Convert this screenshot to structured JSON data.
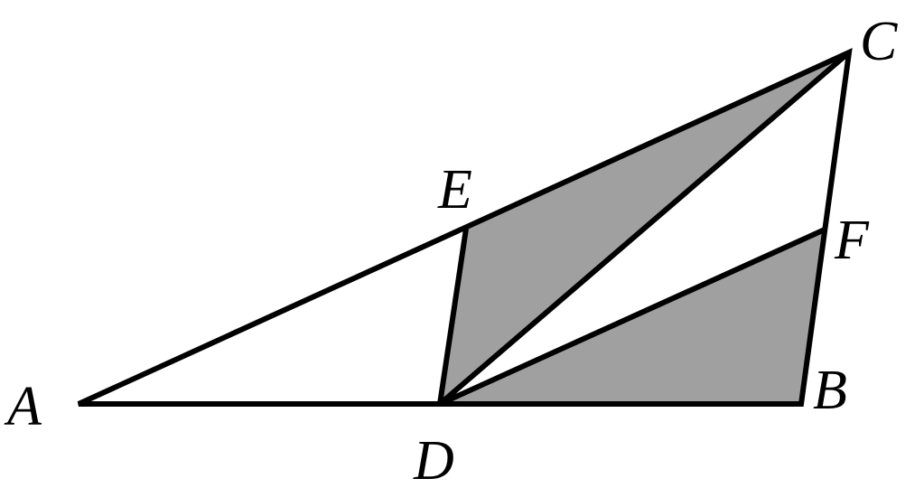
{
  "figure": {
    "points": {
      "A": "A",
      "B": "B",
      "C": "C",
      "D": "D",
      "E": "E",
      "F": "F"
    },
    "colors": {
      "shade": "#a0a0a0",
      "stroke": "#000000",
      "background": "#ffffff"
    }
  }
}
